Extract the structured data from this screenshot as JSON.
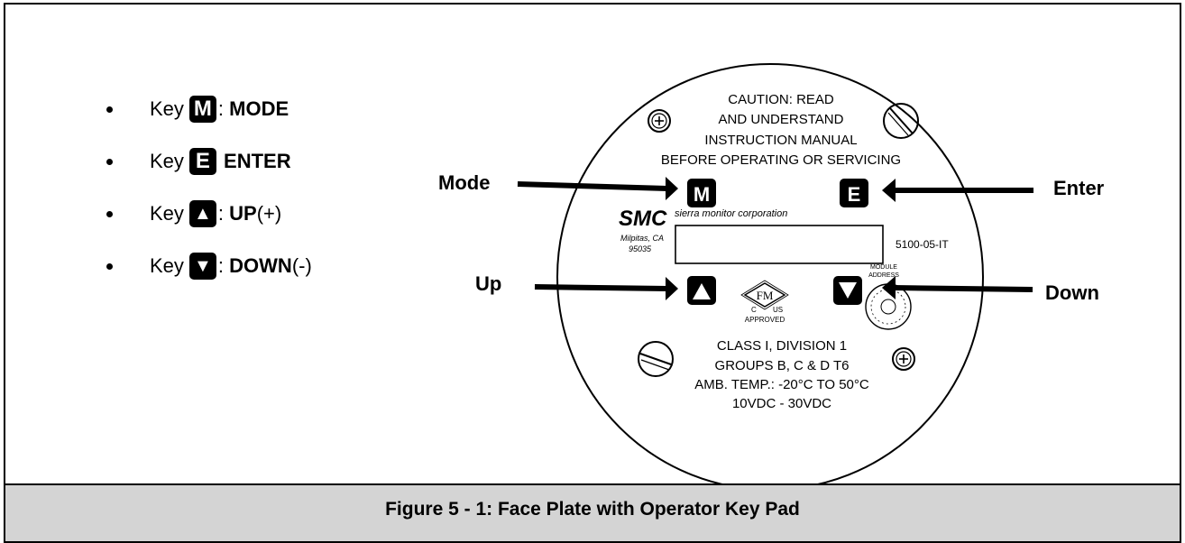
{
  "bullets": [
    {
      "prefix": "Key",
      "key_glyph": "M",
      "key_icon": "mode-key-icon",
      "sep": ":",
      "label": "MODE",
      "suffix": ""
    },
    {
      "prefix": "Key",
      "key_glyph": "E",
      "key_icon": "enter-key-icon",
      "sep": "",
      "label": "ENTER",
      "suffix": ""
    },
    {
      "prefix": "Key",
      "key_glyph": "▲",
      "key_icon": "up-key-icon",
      "sep": ":",
      "label": "UP",
      "suffix": " (+)"
    },
    {
      "prefix": "Key",
      "key_glyph": "▼",
      "key_icon": "down-key-icon",
      "sep": ":",
      "label": "DOWN",
      "suffix": " (-)"
    }
  ],
  "callouts": {
    "mode": "Mode",
    "enter": "Enter",
    "up": "Up",
    "down": "Down"
  },
  "plate": {
    "caution": [
      "CAUTION: READ",
      "AND UNDERSTAND",
      "INSTRUCTION MANUAL",
      "BEFORE OPERATING OR SERVICING"
    ],
    "key_m": "M",
    "key_e": "E",
    "logo": "SMC",
    "company": "sierra monitor corporation",
    "city": "Milpitas, CA",
    "zip": "95035",
    "model": "5100-05-IT",
    "module_address": [
      "MODULE",
      "ADDRESS"
    ],
    "fm": "FM",
    "fm_c": "C",
    "fm_us": "US",
    "approved": "APPROVED",
    "rating": [
      "CLASS I, DIVISION 1",
      "GROUPS B, C & D  T6",
      "AMB. TEMP.: -20°C TO 50°C",
      "10VDC - 30VDC"
    ]
  },
  "caption": "Figure  5 - 1:  Face Plate with Operator Key Pad"
}
